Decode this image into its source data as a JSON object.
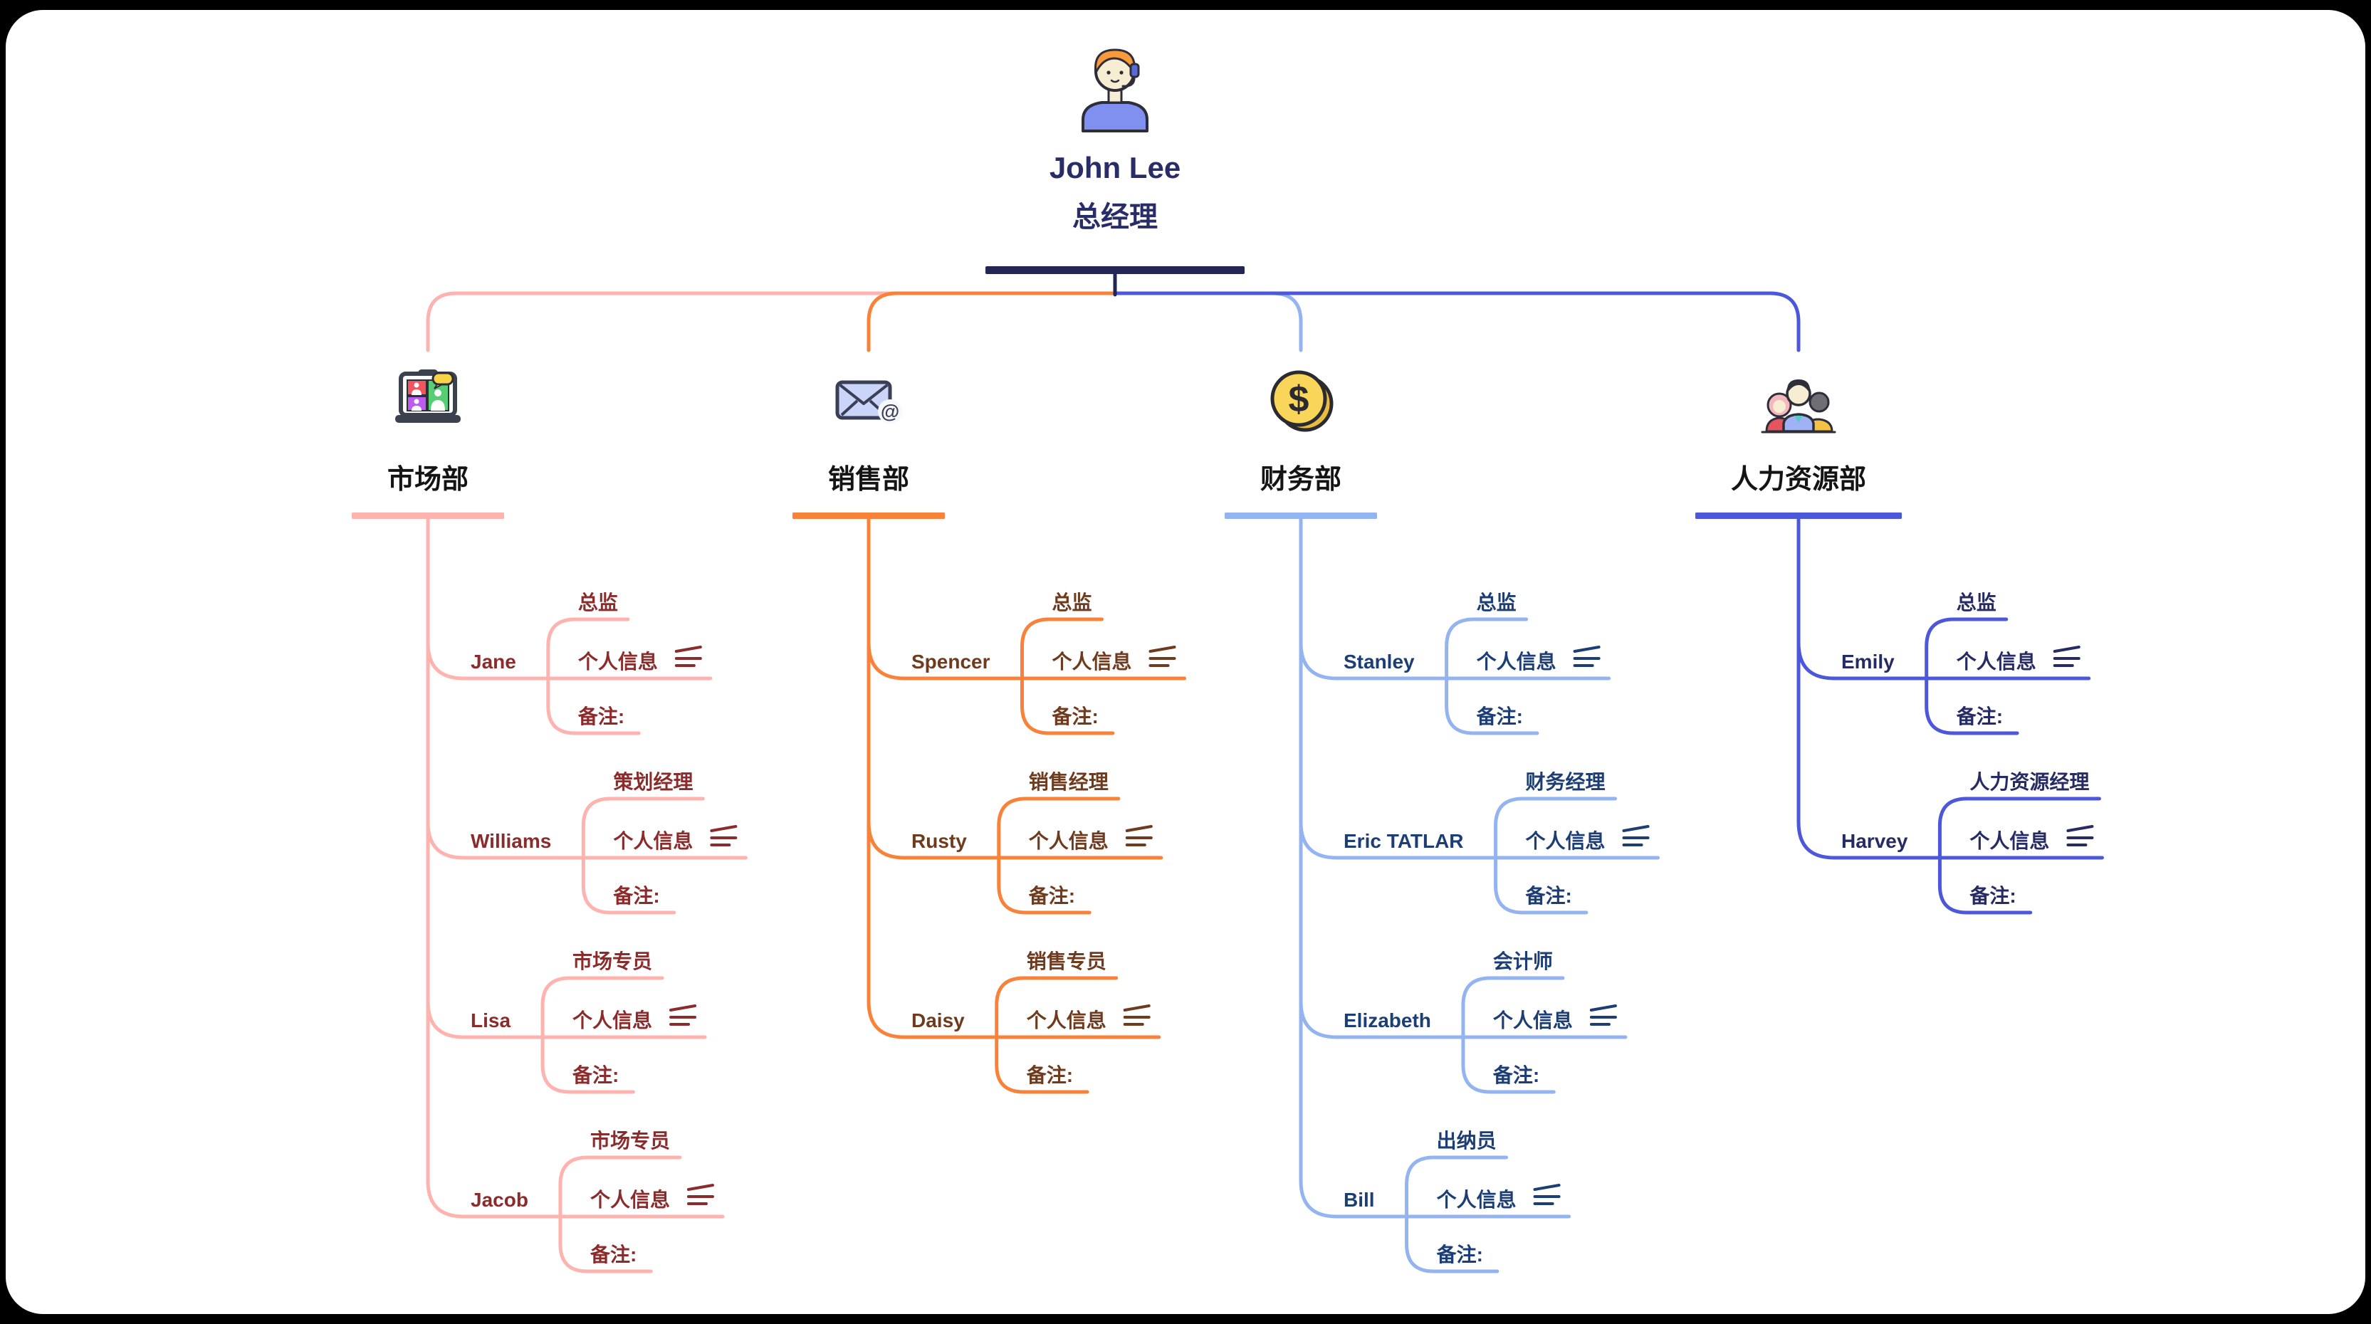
{
  "root": {
    "name": "John Lee",
    "title": "总经理",
    "avatar_icon": "person-headset-icon"
  },
  "shared": {
    "info_label": "个人信息",
    "note_label": "备注:",
    "notes_icon": "notes-lines-icon"
  },
  "branches": [
    {
      "label": "市场部",
      "icon": "video-conference-icon",
      "line_color": "#FFB3AF",
      "text_color": "#8B2C2C",
      "people": [
        {
          "name": "Jane",
          "title": "总监"
        },
        {
          "name": "Williams",
          "title": "策划经理"
        },
        {
          "name": "Lisa",
          "title": "市场专员"
        },
        {
          "name": "Jacob",
          "title": "市场专员"
        }
      ]
    },
    {
      "label": "销售部",
      "icon": "email-at-icon",
      "line_color": "#F8823A",
      "text_color": "#6E3B1E",
      "people": [
        {
          "name": "Spencer",
          "title": "总监"
        },
        {
          "name": "Rusty",
          "title": "销售经理"
        },
        {
          "name": "Daisy",
          "title": "销售专员"
        }
      ]
    },
    {
      "label": "财务部",
      "icon": "dollar-coin-icon",
      "line_color": "#93B4F1",
      "text_color": "#1C3E74",
      "people": [
        {
          "name": "Stanley",
          "title": "总监"
        },
        {
          "name": "Eric TATLAR",
          "title": "财务经理"
        },
        {
          "name": "Elizabeth",
          "title": "会计师"
        },
        {
          "name": "Bill",
          "title": "出纳员"
        }
      ]
    },
    {
      "label": "人力资源部",
      "icon": "people-group-icon",
      "line_color": "#4C57DA",
      "text_color": "#262B64",
      "people": [
        {
          "name": "Emily",
          "title": "总监"
        },
        {
          "name": "Harvey",
          "title": "人力资源经理"
        }
      ]
    }
  ],
  "colors": {
    "root_text": "#282D68",
    "root_underline": "#232655",
    "branch_label": "#141414",
    "canvas": "#FFFFFF",
    "background": "#000000"
  }
}
